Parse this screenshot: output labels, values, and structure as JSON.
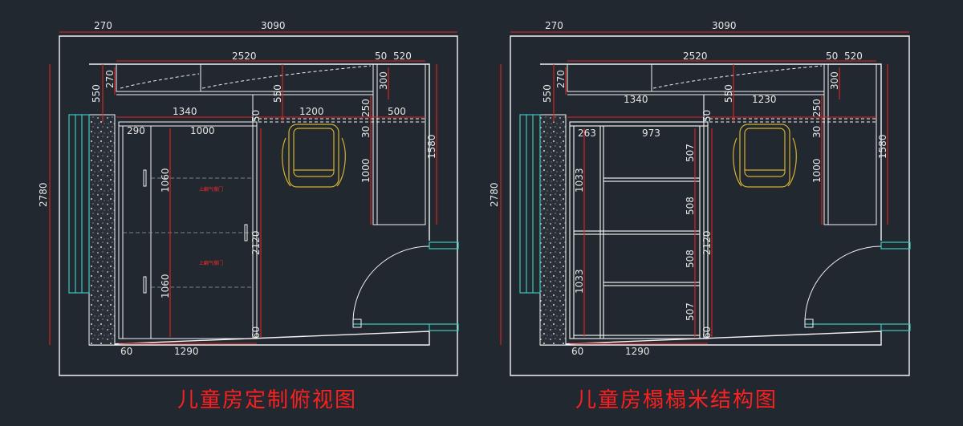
{
  "colors": {
    "background": "#212830",
    "wall": "#f2f2f2",
    "dimension_line": "#e32323",
    "window": "#3cc8c0",
    "chair": "#d4b030",
    "title": "#ff1f1f"
  },
  "left_plan": {
    "title": "儿童房定制俯视图",
    "overall_width_left": "270",
    "overall_width_main": "3090",
    "overall_height": "2780",
    "top_shelf_width": "2520",
    "top_small_a": "50",
    "top_small_b": "520",
    "top_depth_left": "550",
    "top_depth_inner": "270",
    "top_depth_mid": "550",
    "right_cabinet_depth": "300",
    "wardrobe_width": "1340",
    "desk_width": "1200",
    "desk_gap": "250",
    "desk_right": "500",
    "desk_small": "30",
    "desk_height": "1000",
    "desk_total": "1580",
    "wardrobe_side": "290",
    "wardrobe_door": "1000",
    "wardrobe_gap": "50",
    "door_upper_h": "1060",
    "door_lower_h": "1060",
    "wardrobe_h": "2120",
    "bottom_gap": "60",
    "bottom_left": "60",
    "bottom_width": "1290",
    "note_upper": "上翻气撑门",
    "note_lower": "上翻气撑门"
  },
  "right_plan": {
    "title": "儿童房榻榻米结构图",
    "overall_width_left": "270",
    "overall_width_main": "3090",
    "overall_height": "2780",
    "top_shelf_width": "2520",
    "top_small_a": "50",
    "top_small_b": "520",
    "top_depth_left": "550",
    "top_depth_inner": "270",
    "top_depth_mid": "550",
    "right_cabinet_depth": "300",
    "wardrobe_width": "1340",
    "desk_width": "1230",
    "desk_gap": "250",
    "desk_small": "30",
    "desk_height": "1000",
    "desk_total": "1580",
    "tatami_side": "263",
    "tatami_width": "973",
    "tatami_gap": "50",
    "bay_h_upper": "1033",
    "bay_h_lower": "1033",
    "bay_1": "507",
    "bay_2": "508",
    "bay_3": "508",
    "bay_4": "507",
    "tatami_h": "2120",
    "bottom_gap": "60",
    "bottom_left": "60",
    "bottom_width": "1290"
  }
}
